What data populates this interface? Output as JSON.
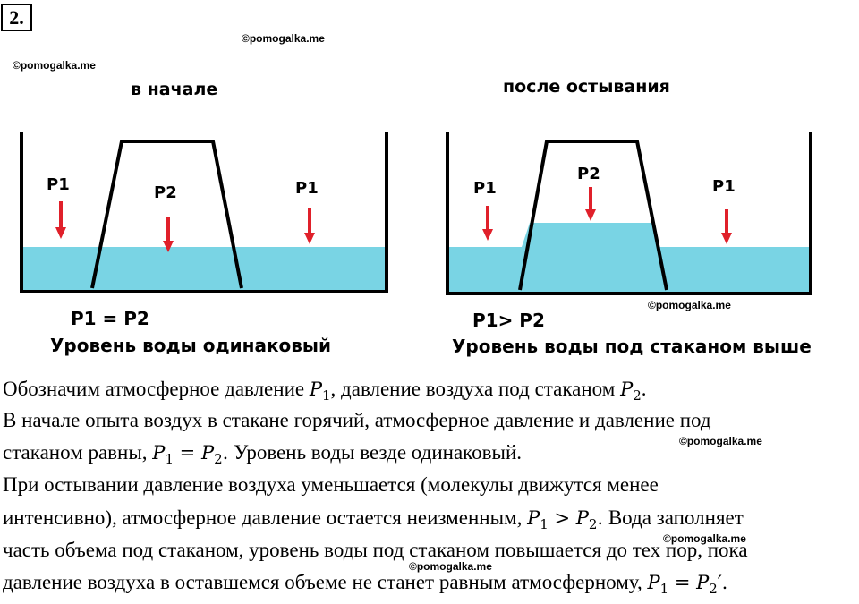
{
  "task_number": "2.",
  "watermarks": {
    "w1": "©pomogalka.me",
    "w2": "©pomogalka.me",
    "w3": "©pomogalka.me",
    "w4": "©pomogalka.me",
    "w5": "©pomogalka.me",
    "w6": "©pomogalka.me"
  },
  "figure_left": {
    "heading": "в начале",
    "p1_left": "P1",
    "p2": "P2",
    "p1_right": "P1",
    "caption_line1": "P1 = P2",
    "caption_line2": "Уровень воды одинаковый"
  },
  "figure_right": {
    "heading": "после остывания",
    "p1_left": "P1",
    "p2": "P2",
    "p1_right": "P1",
    "caption_line1": "P1> P2",
    "caption_line2": "Уровень воды под стаканом выше"
  },
  "colors": {
    "water": "#79d4e4",
    "arrow": "#e0202a"
  },
  "text": {
    "l1a": "Обозначим атмосферное давление ",
    "l1b": ", давление воздуха под стаканом ",
    "l1c": ".",
    "l2": "В начале опыта воздух в стакане горячий, атмосферное давление и давление под",
    "l3a": "стаканом равны, ",
    "l3b": " Уровень воды везде одинаковый.",
    "l4": "При остывании давление воздуха уменьшается (молекулы движутся менее",
    "l5a": "интенсивно), атмосферное давление остается неизменным, ",
    "l5b": " Вода заполняет",
    "l6": "часть объема под стаканом, уровень воды под стаканом повышается до тех пор, пока",
    "l7a": "давление воздуха в оставшемся объеме не станет равным атмосферному, ",
    "l7b": ""
  },
  "math": {
    "P": "P",
    "sub1": "1",
    "sub2": "2",
    "eq": " = ",
    "gt": " > ",
    "dot": ".",
    "prime": "′"
  }
}
